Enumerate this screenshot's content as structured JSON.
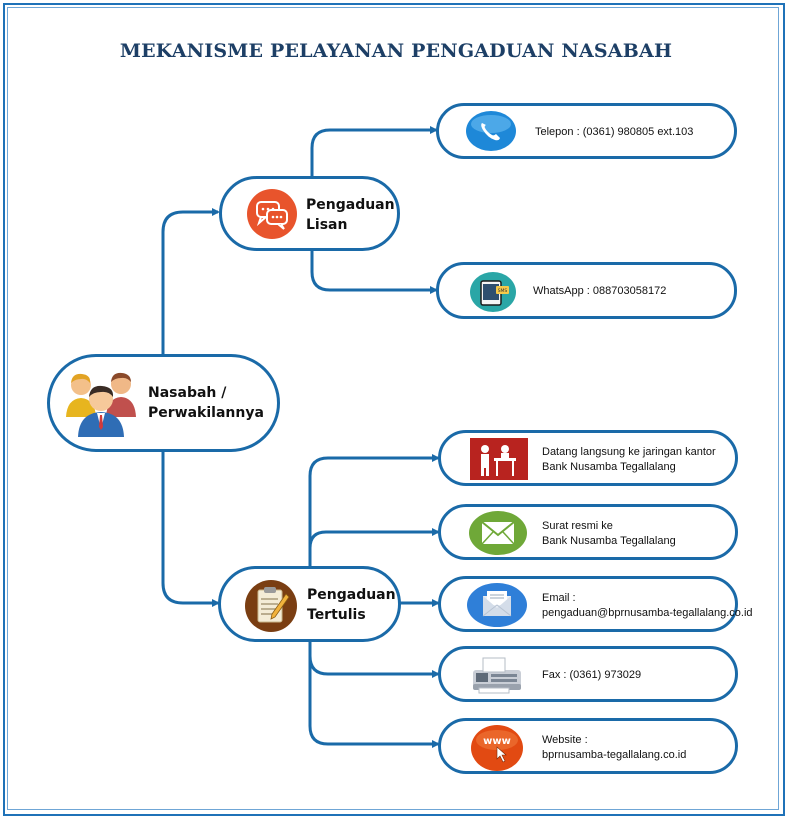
{
  "title": "MEKANISME PELAYANAN PENGADUAN NASABAH",
  "root": {
    "line1": "Nasabah /",
    "line2": "Perwakilannya",
    "icon": "people-icon"
  },
  "lisan": {
    "line1": "Pengaduan",
    "line2": "Lisan",
    "icon": "chat-bubble-icon",
    "channels": [
      {
        "line1": "Telepon : (0361) 980805 ext.103",
        "line2": "",
        "icon": "phone-icon"
      },
      {
        "line1": "WhatsApp : 088703058172",
        "line2": "",
        "icon": "tablet-icon"
      }
    ]
  },
  "tertulis": {
    "line1": "Pengaduan",
    "line2": "Tertulis",
    "icon": "notepad-icon",
    "channels": [
      {
        "line1": "Datang langsung ke jaringan kantor",
        "line2": "Bank Nusamba Tegallalang",
        "icon": "office-visit-icon"
      },
      {
        "line1": "Surat resmi ke",
        "line2": "Bank Nusamba Tegallalang",
        "icon": "envelope-icon"
      },
      {
        "line1": "Email :",
        "line2": "pengaduan@bprnusamba-tegallalang.co.id",
        "icon": "email-icon"
      },
      {
        "line1": "Fax : (0361) 973029",
        "line2": "",
        "icon": "fax-icon"
      },
      {
        "line1": "Website :",
        "line2": "bprnusamba-tegallalang.co.id",
        "icon": "www-icon"
      }
    ]
  },
  "colors": {
    "border": "#1a6aa8",
    "title": "#1d3f66",
    "frame": "#1f72b8"
  }
}
